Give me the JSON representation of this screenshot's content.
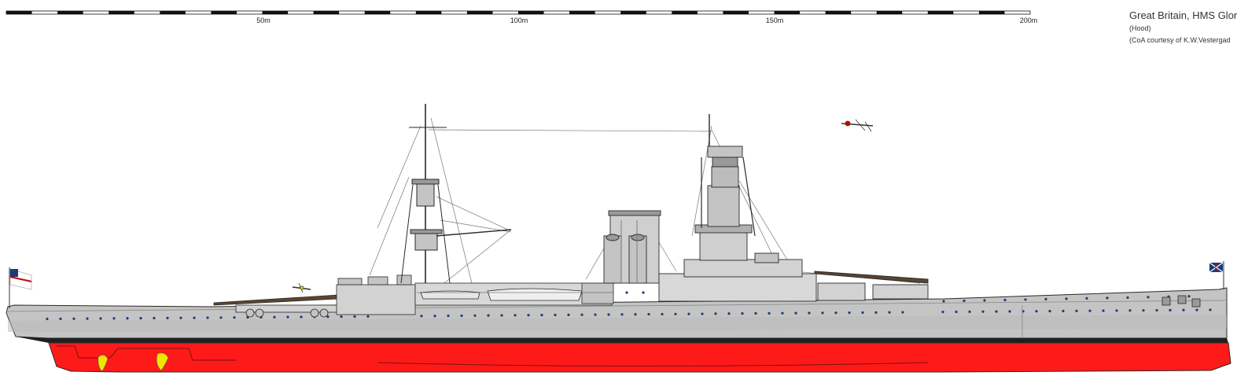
{
  "scale_bar": {
    "unit": "m",
    "ticks": [
      {
        "value": 50,
        "label": "50m"
      },
      {
        "value": 100,
        "label": "100m"
      },
      {
        "value": 150,
        "label": "150m"
      },
      {
        "value": 200,
        "label": "200m"
      }
    ],
    "max": 200,
    "segments": 40
  },
  "caption": {
    "title": "Great Britain, HMS Glor",
    "subtitle": "(Hood)",
    "credit": "(CoA courtesy of  K.W.Vestergad"
  },
  "colors": {
    "hull_grey": "#c4c4c4",
    "superstructure_grey": "#d2d2d2",
    "antifouling_red": "#ff1a1a",
    "boot_top": "#202020",
    "outline": "#2a2a2a",
    "deck_wood": "#5a4630",
    "porthole": "#1a3d7a",
    "ensign_red": "#cc0000",
    "propeller_yellow": "#f2e600"
  }
}
